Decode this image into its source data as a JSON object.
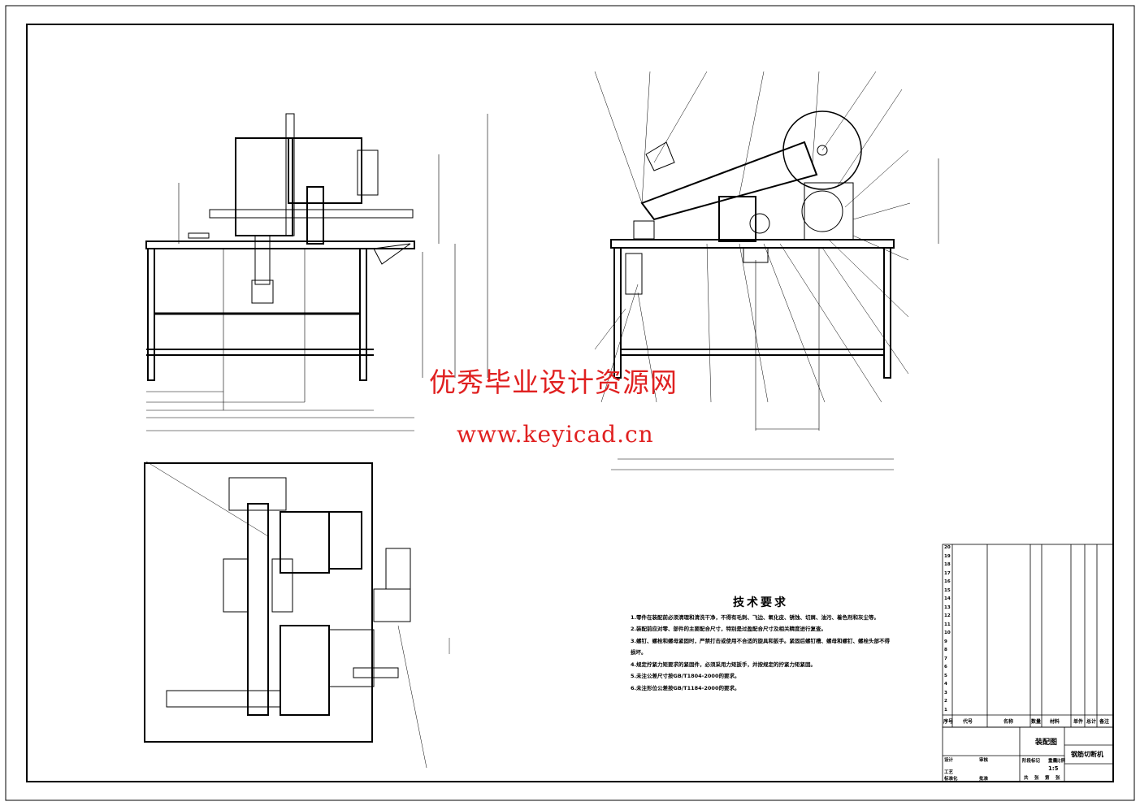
{
  "watermark": {
    "title": "优秀毕业设计资源网",
    "url": "www.keyicad.cn"
  },
  "tech_requirements": {
    "title": "技术要求",
    "items": [
      "1.零件在装配前必须清理和清洗干净，不得有毛刺、飞边、氧化皮、锈蚀、切屑、油污、着色剂和灰尘等。",
      "2.装配前应对零、部件的主要配合尺寸，特别是过盈配合尺寸及相关精度进行复查。",
      "3.螺钉、螺栓和螺母紧固时，严禁打击或使用不合适的旋具和扳手。紧固后螺钉槽、螺母和螺钉、螺栓头部不得损坏。",
      "4.规定拧紧力矩要求的紧固件，必须采用力矩扳手，并按规定的拧紧力矩紧固。",
      "5.未注公差尺寸按GB/T1804-2000的要求。",
      "6.未注形位公差按GB/T1184-2000的要求。"
    ]
  },
  "parts_list": {
    "row_numbers": [
      "20",
      "19",
      "18",
      "17",
      "16",
      "15",
      "14",
      "13",
      "12",
      "11",
      "10",
      "9",
      "8",
      "7",
      "6",
      "5",
      "4",
      "3",
      "2",
      "1"
    ],
    "headers": [
      "序号",
      "代号",
      "名称",
      "数量",
      "材料",
      "单件",
      "总计",
      "备注"
    ]
  },
  "title_block": {
    "drawing_name": "装配图",
    "product_name": "钢筋切断机",
    "labels": [
      "设计",
      "审核",
      "工艺",
      "标准化",
      "批准",
      "阶段标记",
      "重量",
      "比例"
    ],
    "scale": "1:5",
    "sheet": [
      "共",
      "张",
      "第",
      "张"
    ]
  }
}
